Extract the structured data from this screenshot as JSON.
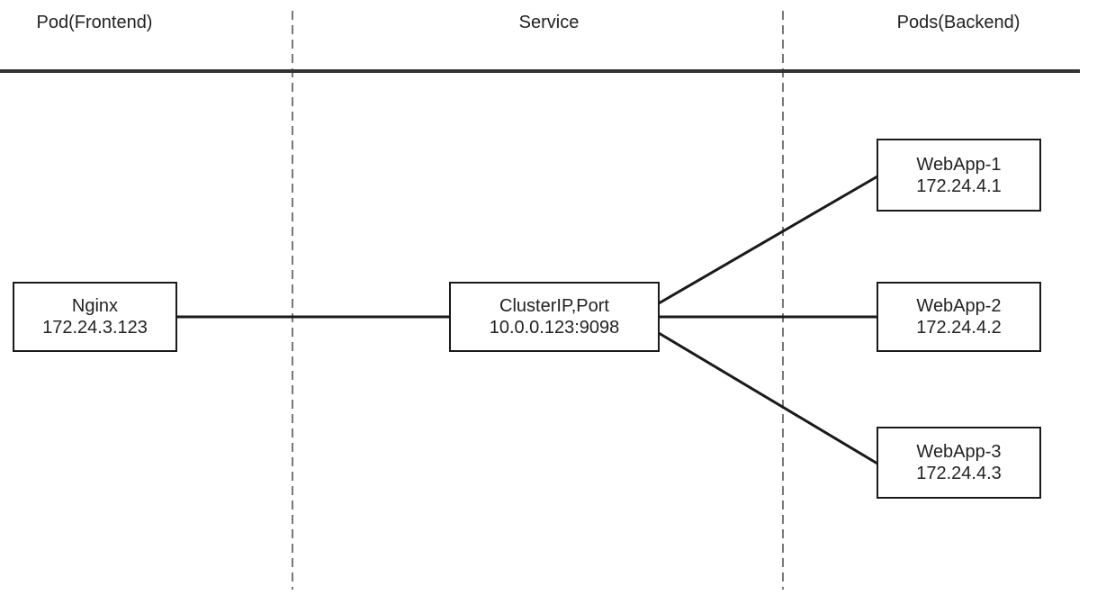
{
  "columns": {
    "frontend": "Pod(Frontend)",
    "service": "Service",
    "backend": "Pods(Backend)"
  },
  "nodes": {
    "nginx": {
      "name": "Nginx",
      "ip": "172.24.3.123"
    },
    "service": {
      "name": "ClusterIP,Port",
      "ip": "10.0.0.123:9098"
    },
    "webapp1": {
      "name": "WebApp-1",
      "ip": "172.24.4.1"
    },
    "webapp2": {
      "name": "WebApp-2",
      "ip": "172.24.4.2"
    },
    "webapp3": {
      "name": "WebApp-3",
      "ip": "172.24.4.3"
    }
  },
  "colors": {
    "line": "#1a1a1a",
    "divider": "#777777",
    "header_rule": "#333333"
  }
}
